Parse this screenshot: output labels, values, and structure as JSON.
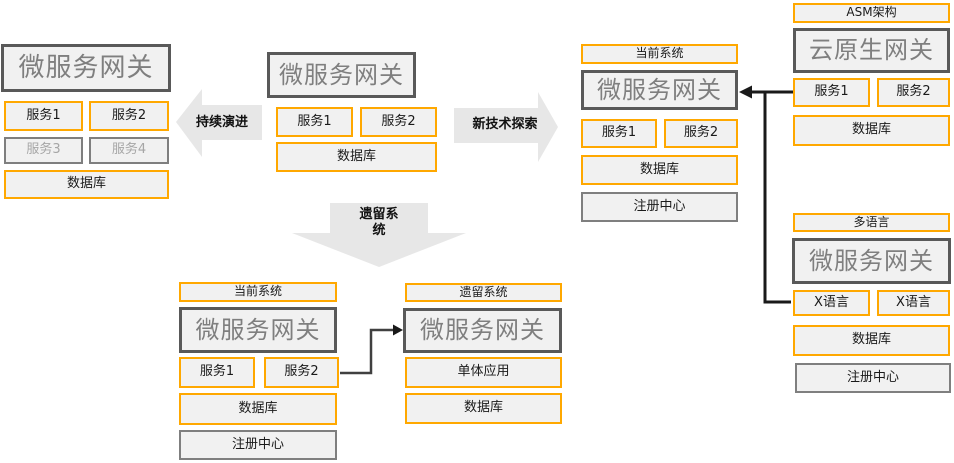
{
  "colors": {
    "accent": "#FFA800",
    "dark_border": "#595959",
    "gray_border": "#7F7F7F",
    "box_fill": "#F1F1F1",
    "gateway_text": "#7F7F7F",
    "muted_text": "#A6A6A6",
    "arrow_fill": "#E7E7E7",
    "connector": "#1A1A1A",
    "text": "#1A1A1A"
  },
  "groups": {
    "top_left": {
      "gateway": "微服务网关",
      "services": [
        "服务1",
        "服务2",
        "服务3",
        "服务4"
      ],
      "db": "数据库"
    },
    "center": {
      "gateway": "微服务网关",
      "services": [
        "服务1",
        "服务2"
      ],
      "db": "数据库"
    },
    "current_top": {
      "label": "当前系统",
      "gateway": "微服务网关",
      "services": [
        "服务1",
        "服务2"
      ],
      "db": "数据库",
      "registry": "注册中心"
    },
    "asm": {
      "label": "ASM架构",
      "gateway": "云原生网关",
      "services": [
        "服务1",
        "服务2"
      ],
      "db": "数据库"
    },
    "multilang": {
      "label": "多语言",
      "gateway": "微服务网关",
      "services": [
        "X语言",
        "X语言"
      ],
      "db": "数据库",
      "registry": "注册中心"
    },
    "current_bottom": {
      "label": "当前系统",
      "gateway": "微服务网关",
      "services": [
        "服务1",
        "服务2"
      ],
      "db": "数据库",
      "registry": "注册中心"
    },
    "legacy": {
      "label": "遗留系统",
      "gateway": "微服务网关",
      "monolith": "单体应用",
      "db": "数据库"
    }
  },
  "arrows": {
    "evolve": "持续演进",
    "explore": "新技术探索",
    "legacy": "遗留系\n统"
  }
}
